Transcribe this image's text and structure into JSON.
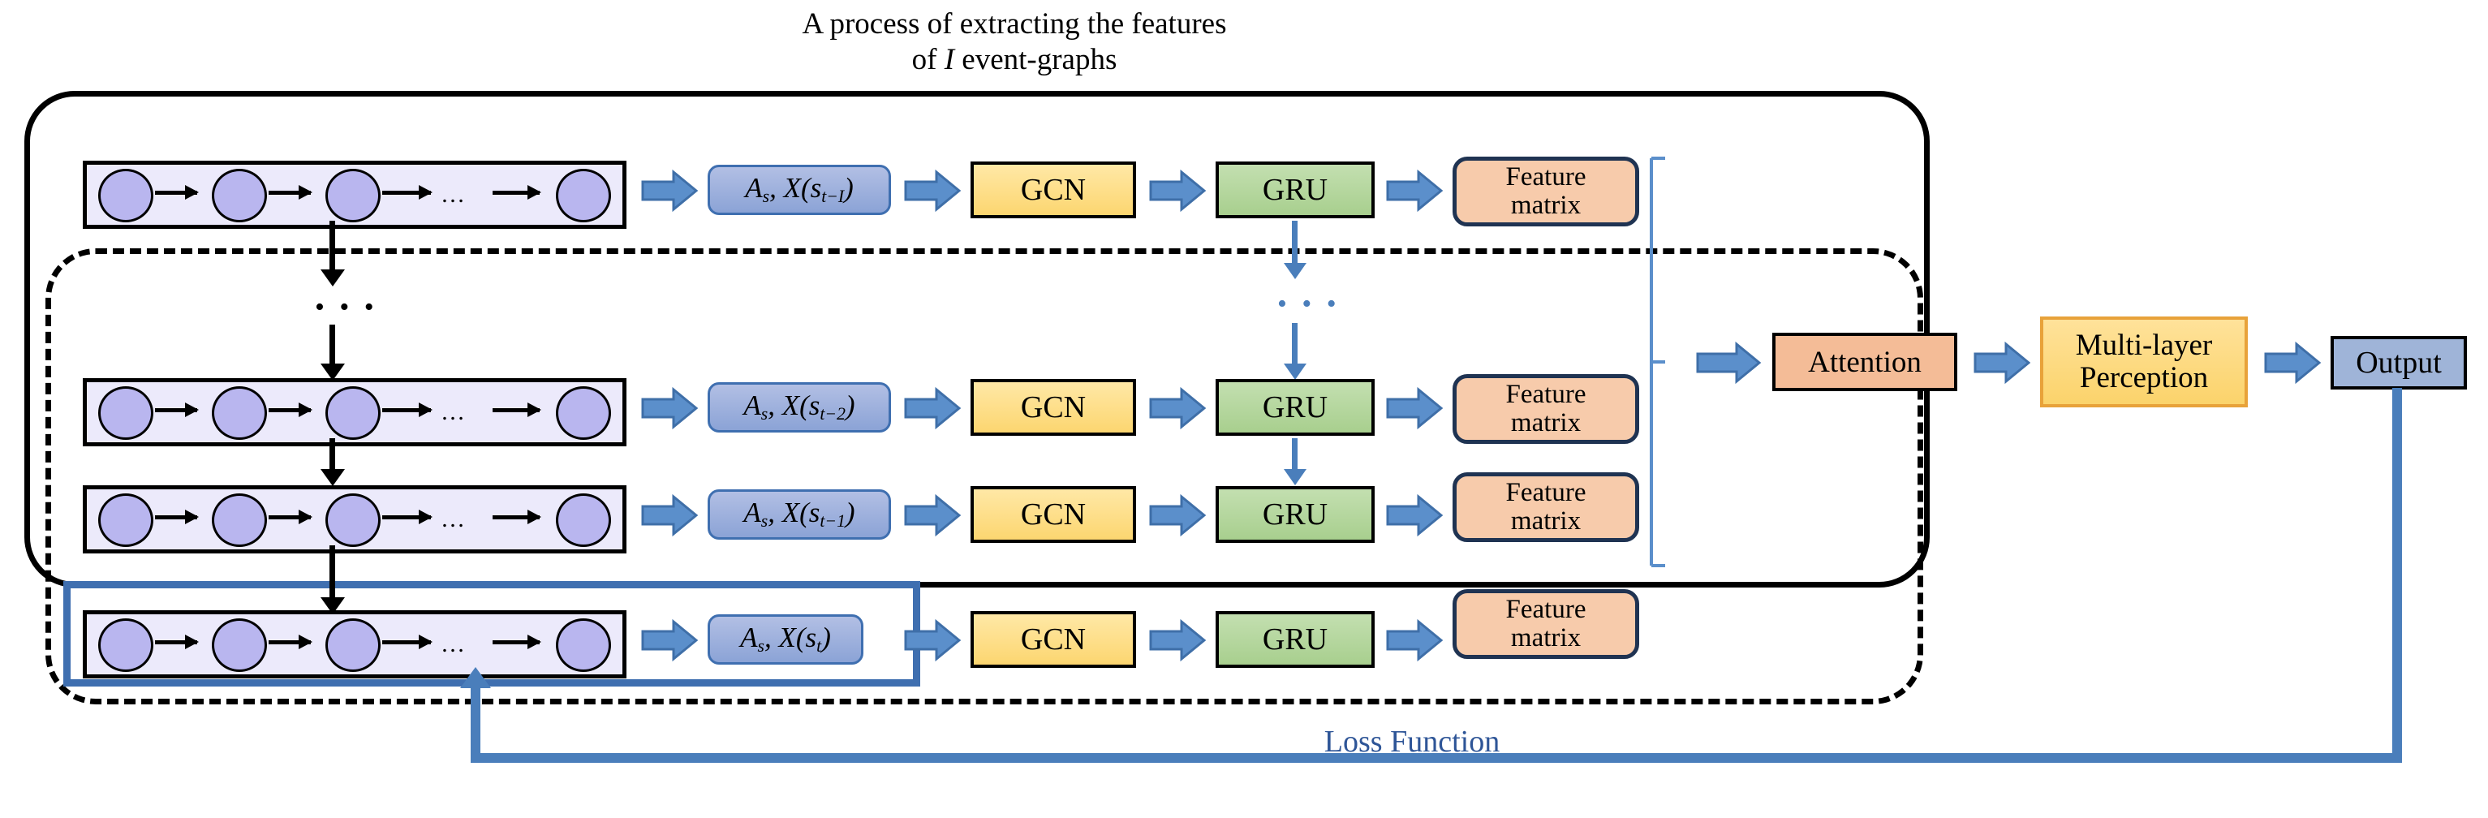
{
  "title": {
    "line1": "A process of extracting the features",
    "line2_pre": "of ",
    "line2_italic": "I",
    "line2_post": " event-graphs"
  },
  "colors": {
    "node_ellipse": "#b9b6ef",
    "graph_strip_bg": "#eceafb",
    "formula_box": "#8ba3d6",
    "gcn_box": "#fcd670",
    "gru_box": "#a8cf8e",
    "feature_box": "#f7cbab",
    "attention_box": "#f4bc97",
    "mlp_box": "#fbd36b",
    "output_box": "#9fb4d8",
    "arrow_blue": "#4a7ebb",
    "loss_blue": "#2e5597",
    "border_black": "#000000",
    "feature_border": "#1f3352",
    "current_frame": "#3f6fb0"
  },
  "pipeline_rows": [
    {
      "id": "row-t-minus-I",
      "graph_dots": "…",
      "formula": {
        "lead": "A",
        "lead_sub": "s",
        "mid": ", X(s",
        "sub": "t−I",
        "tail": ")"
      },
      "gcn_label": "GCN",
      "gru_label": "GRU",
      "feature_line1": "Feature",
      "feature_line2": "matrix"
    },
    {
      "id": "row-t-minus-2",
      "graph_dots": "…",
      "formula": {
        "lead": "A",
        "lead_sub": "s",
        "mid": ", X(s",
        "sub": "t−2",
        "tail": ")"
      },
      "gcn_label": "GCN",
      "gru_label": "GRU",
      "feature_line1": "Feature",
      "feature_line2": "matrix"
    },
    {
      "id": "row-t-minus-1",
      "graph_dots": "…",
      "formula": {
        "lead": "A",
        "lead_sub": "s",
        "mid": ", X(s",
        "sub": "t−1",
        "tail": ")"
      },
      "gcn_label": "GCN",
      "gru_label": "GRU",
      "feature_line1": "Feature",
      "feature_line2": "matrix"
    },
    {
      "id": "row-t",
      "graph_dots": "…",
      "formula": {
        "lead": "A",
        "lead_sub": "s",
        "mid": ", X(s",
        "sub": "t",
        "tail": ")"
      },
      "gcn_label": "GCN",
      "gru_label": "GRU",
      "feature_line1": "Feature",
      "feature_line2": "matrix"
    }
  ],
  "vertical_dots": {
    "graph_column": "• • •",
    "gru_column": "• • •"
  },
  "right_stage": {
    "attention_label": "Attention",
    "mlp_line1": "Multi-layer",
    "mlp_line2": "Perception",
    "output_label": "Output"
  },
  "loss": {
    "label": "Loss Function"
  }
}
